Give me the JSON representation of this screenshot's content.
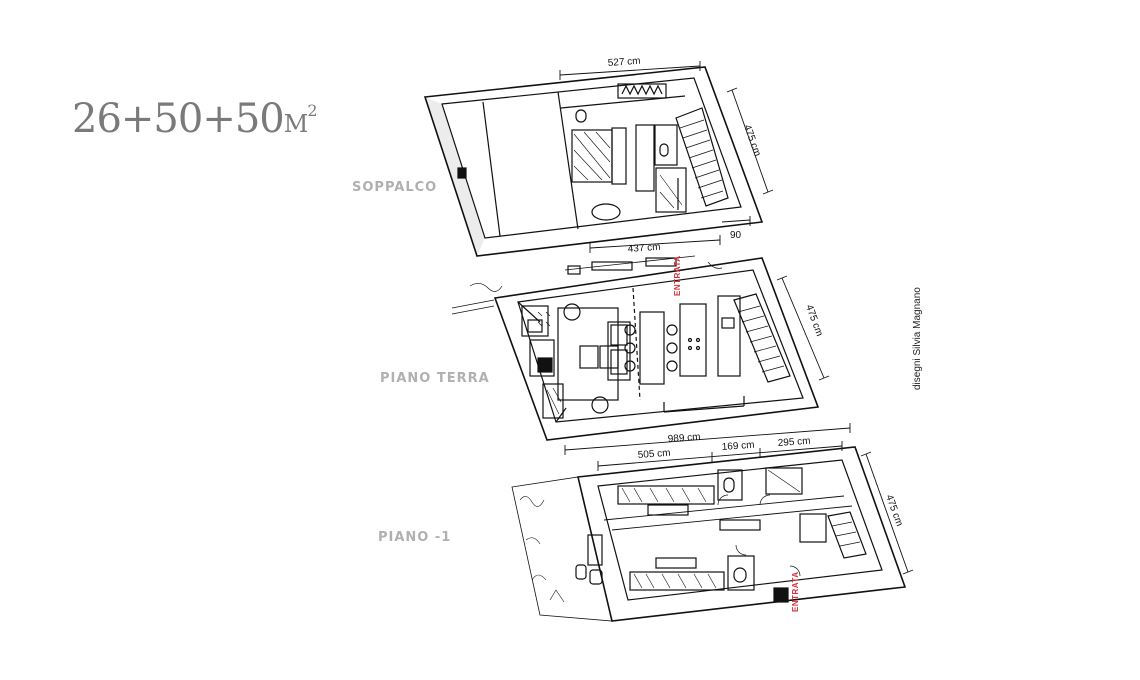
{
  "title": {
    "main": "26+50+50",
    "unit": "M",
    "sup": "2"
  },
  "levels": [
    {
      "id": "soppalco",
      "label": "SOPPALCO"
    },
    {
      "id": "piano-terra",
      "label": "PIANO TERRA"
    },
    {
      "id": "piano-meno-1",
      "label": "PIANO -1"
    }
  ],
  "credit": "disegni Silvia Magnano",
  "dimensions": {
    "soppalco_width": "527 cm",
    "soppalco_depth": "475 cm",
    "terra_inner": "437 cm",
    "terra_small": "90",
    "terra_depth": "475 cm",
    "total_length": "989 cm",
    "m1_a": "505 cm",
    "m1_b": "169 cm",
    "m1_c": "295 cm",
    "m1_depth": "475 cm"
  },
  "annotations": {
    "entrance_top": "ENTRATA",
    "entrance_bottom": "ENTRATA"
  },
  "colors": {
    "line": "#111111",
    "label_gray": "#b0b0b0",
    "title_gray": "#7a7a7a",
    "entrance_red": "#d8323c"
  }
}
